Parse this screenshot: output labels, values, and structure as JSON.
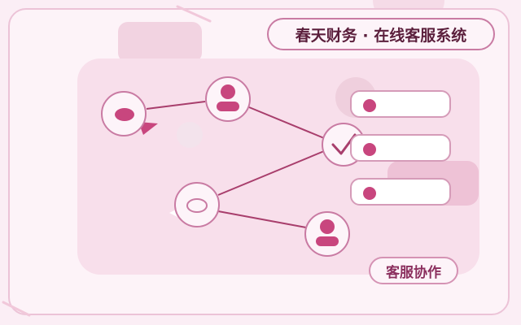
{
  "header": {
    "title": "春天财务 · 在线客服系统"
  },
  "footer_tag": {
    "label": "客服协作"
  },
  "colors": {
    "accent": "#c8467e",
    "accent_dark": "#a83e6c",
    "line": "#a83e6c",
    "background": "#fbeef5",
    "panel": "#f8dfeb",
    "title_text": "#5b1f3c"
  },
  "network": {
    "nodes": [
      {
        "id": "chat-node",
        "icon": "chat-bubble-icon"
      },
      {
        "id": "agent-node-top",
        "icon": "user-icon"
      },
      {
        "id": "check-node",
        "icon": "checkmark-icon"
      },
      {
        "id": "message-node",
        "icon": "chat-bubble-outline-icon"
      },
      {
        "id": "agent-node-bottom",
        "icon": "user-icon"
      }
    ]
  },
  "list": {
    "items": [
      {
        "id": "list-item-1",
        "icon": "dot-icon"
      },
      {
        "id": "list-item-2",
        "icon": "dot-icon"
      },
      {
        "id": "list-item-3",
        "icon": "dot-icon"
      }
    ]
  }
}
